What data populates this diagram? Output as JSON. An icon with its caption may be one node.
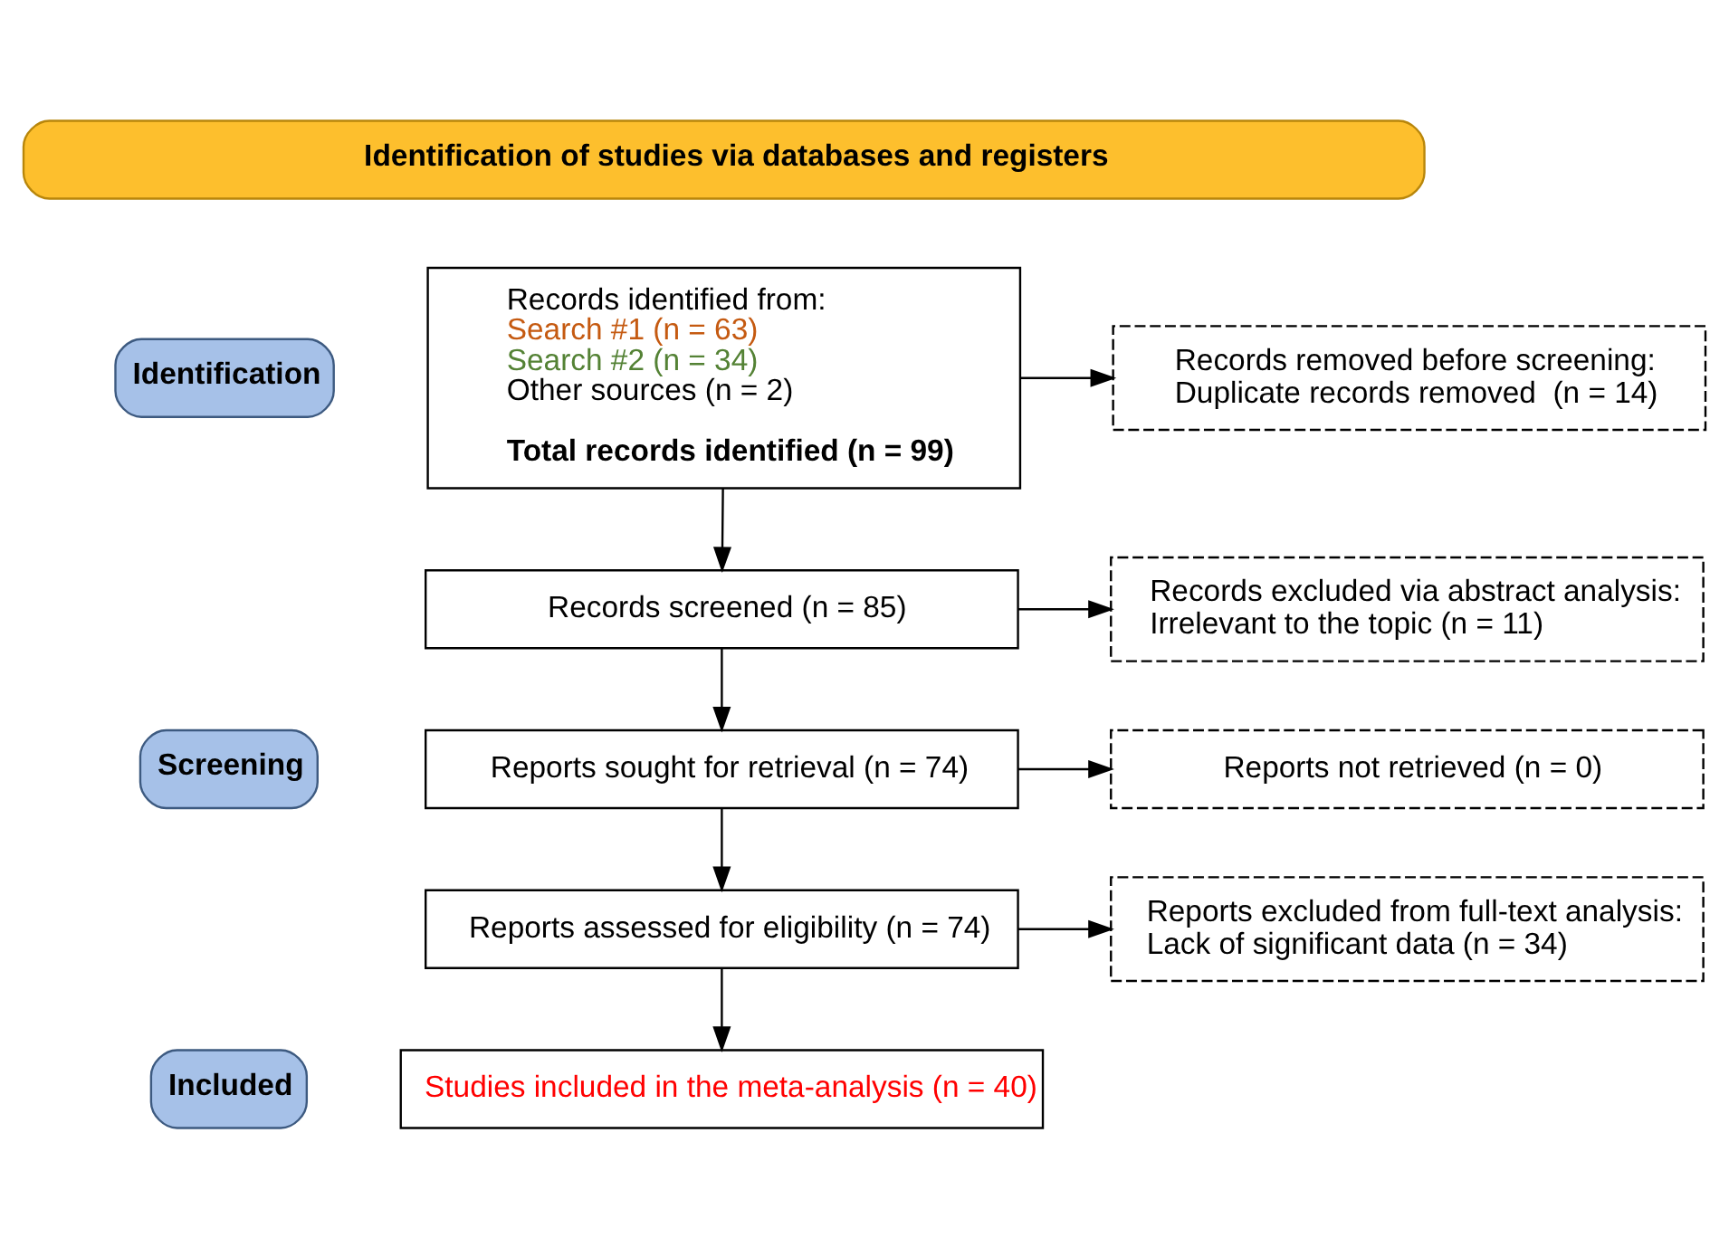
{
  "diagram": {
    "nodes": [
      {
        "text": [
          "Identification of studies via databases and registers"
        ]
      },
      {
        "text": [
          "Identification"
        ]
      },
      {
        "text": [
          "Screening"
        ]
      },
      {
        "text": [
          "Included"
        ]
      },
      {
        "text": [
          "Records identified from:",
          "Search #1 (n = 63)",
          "Search #2 (n = 34)",
          "Other sources (n = 2)",
          "Total records identified (n = 99)"
        ]
      },
      {
        "text": [
          "Records removed before screening:",
          "Duplicate records removed  (n = 14)"
        ]
      },
      {
        "text": [
          "Records screened (n = 85)"
        ]
      },
      {
        "text": [
          "Records excluded via abstract analysis:",
          "Irrelevant to the topic (n = 11)"
        ]
      },
      {
        "text": [
          "Reports sought for retrieval (n = 74)"
        ]
      },
      {
        "text": [
          "Reports not retrieved (n = 0)"
        ]
      },
      {
        "text": [
          "Reports assessed for eligibility (n = 74)"
        ]
      },
      {
        "text": [
          "Reports excluded from full-text analysis:",
          "Lack of significant data (n = 34)"
        ]
      },
      {
        "text": [
          "Studies included in the meta-analysis (n = 40)"
        ]
      }
    ],
    "edges": [
      {
        "from": 4,
        "to": 5,
        "arrow": "to"
      },
      {
        "from": 4,
        "to": 6,
        "arrow": "to"
      },
      {
        "from": 6,
        "to": 7,
        "arrow": "to"
      },
      {
        "from": 6,
        "to": 8,
        "arrow": "to"
      },
      {
        "from": 8,
        "to": 9,
        "arrow": "to"
      },
      {
        "from": 8,
        "to": 10,
        "arrow": "to"
      },
      {
        "from": 10,
        "to": 11,
        "arrow": "to"
      },
      {
        "from": 10,
        "to": 12,
        "arrow": "to"
      }
    ]
  }
}
